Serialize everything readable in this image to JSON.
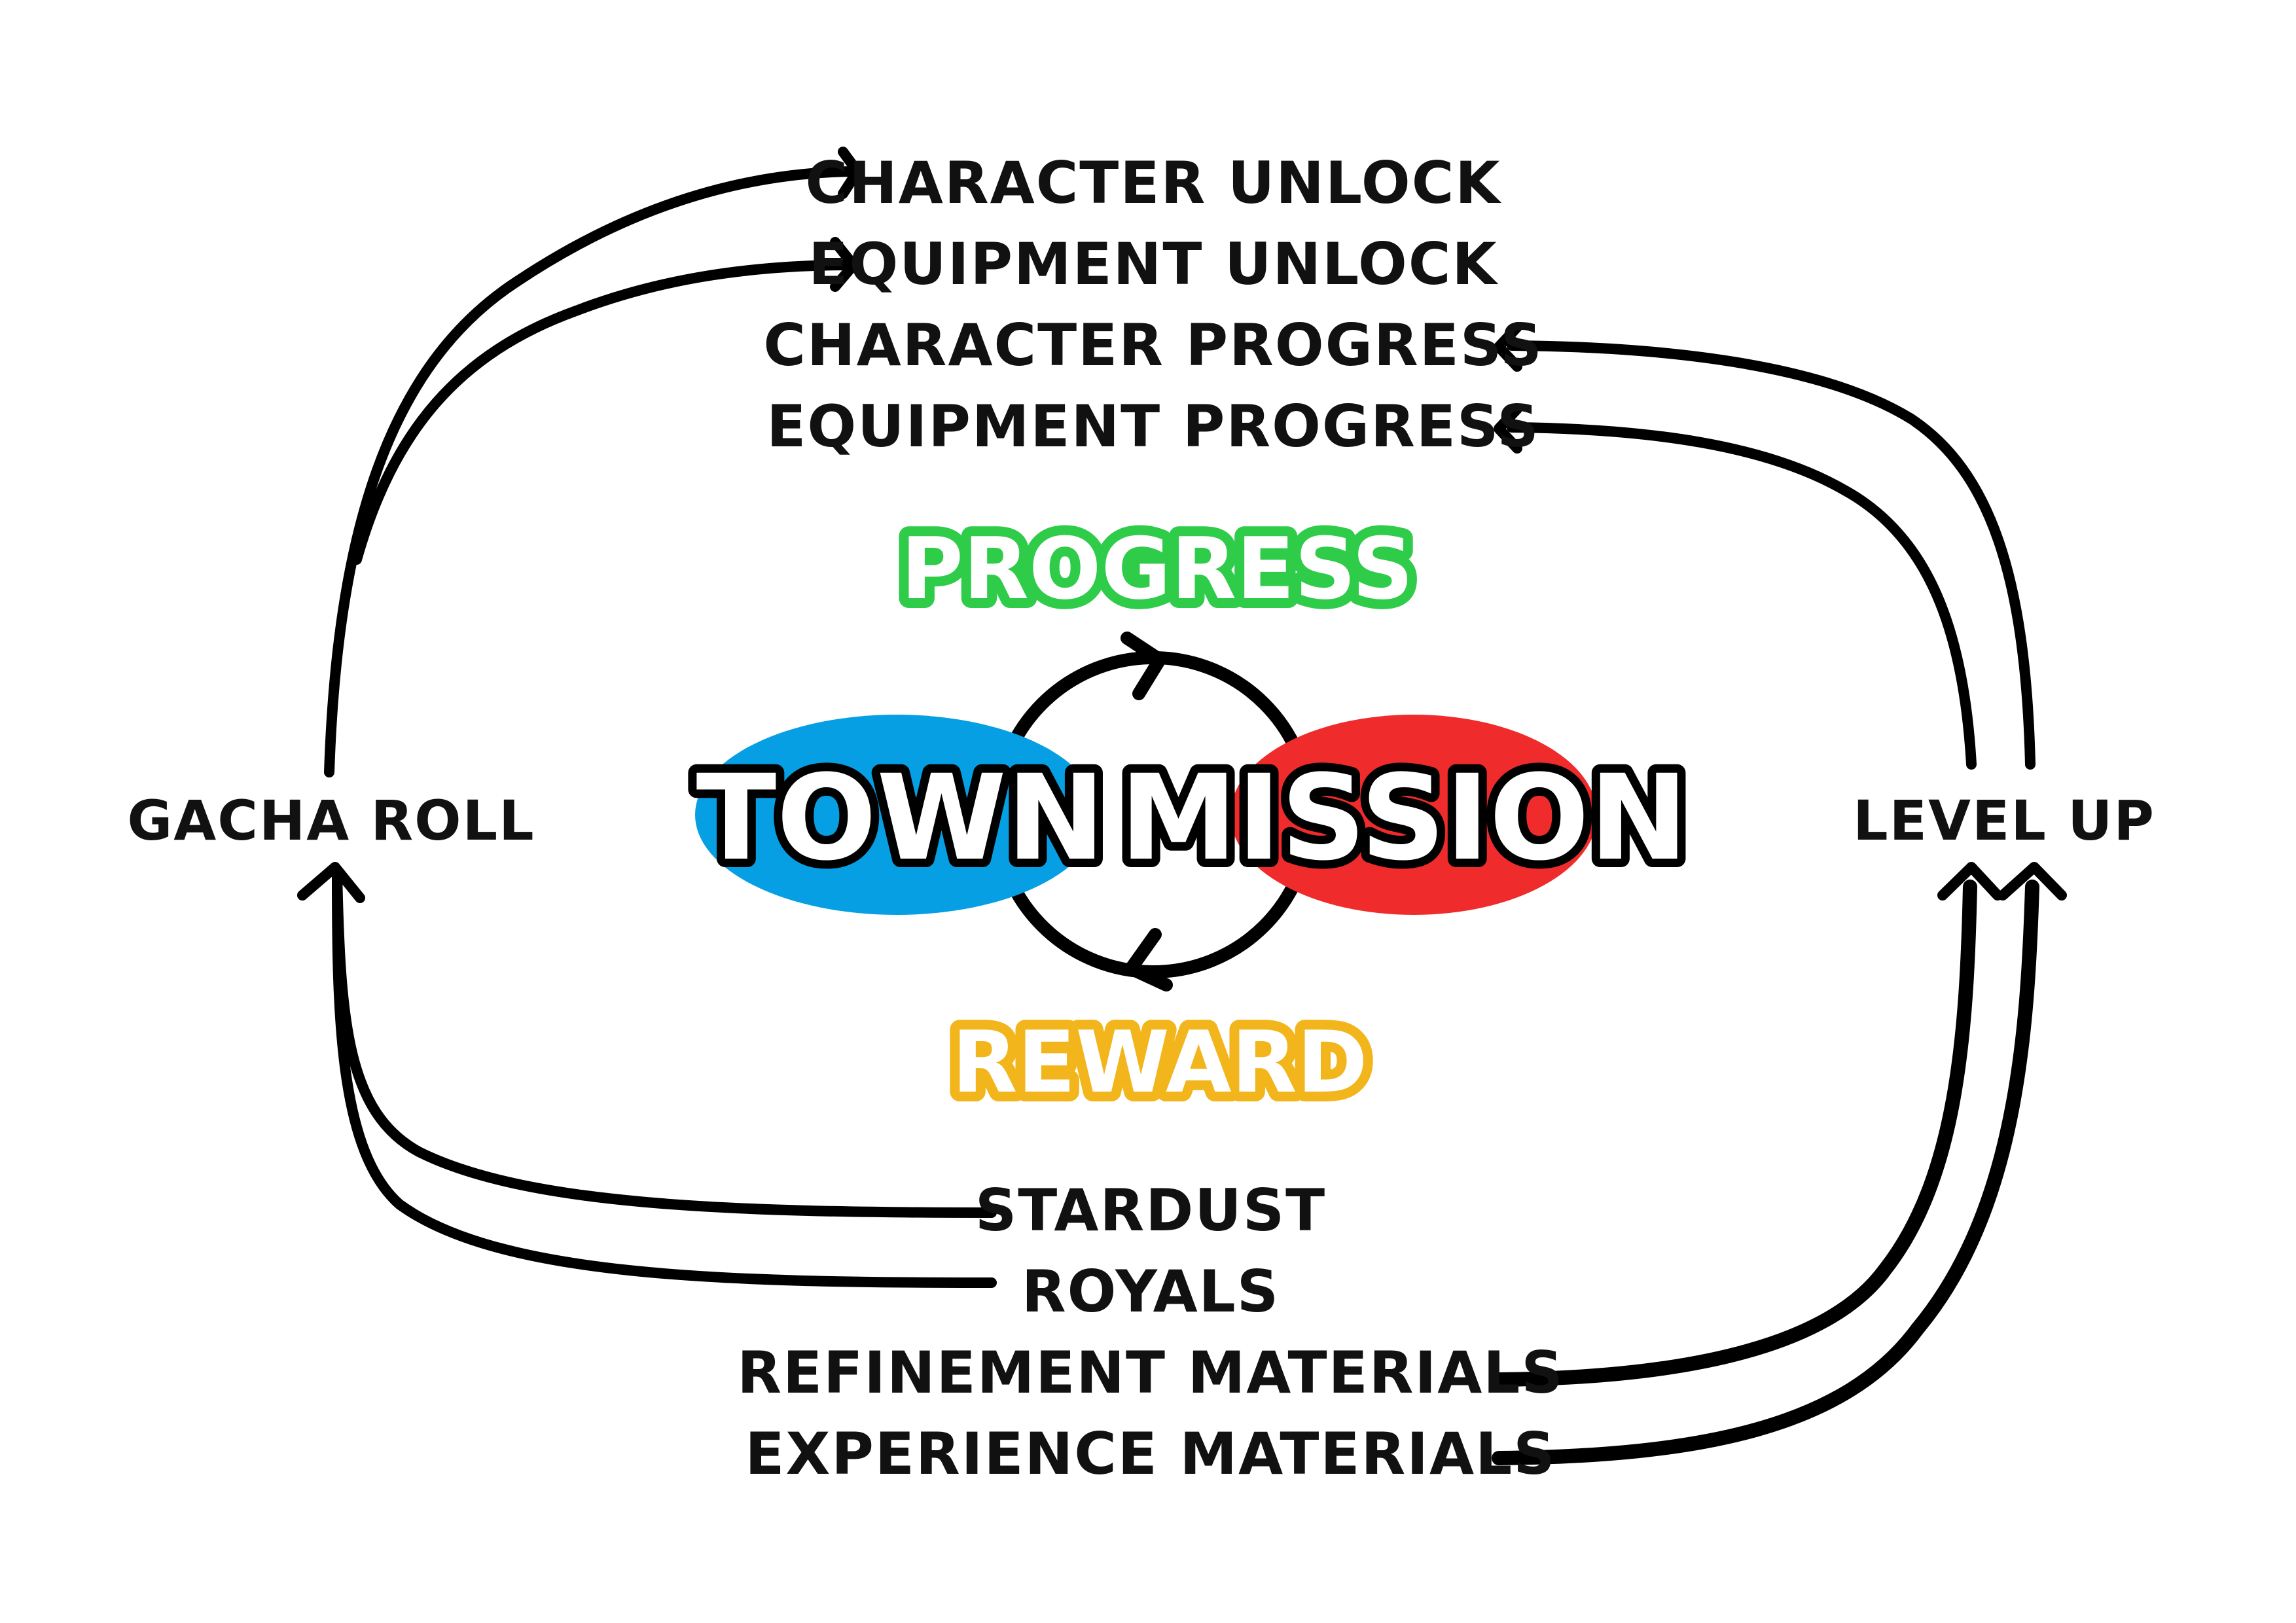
{
  "colors": {
    "town": "#079fe4",
    "mission": "#ef2b2b",
    "progress": "#2fcc4a",
    "reward": "#f2b51b",
    "ink": "#000000"
  },
  "center": {
    "town": "TOWN",
    "mission": "MISSION",
    "progress": "PROGRESS",
    "reward": "REWARD"
  },
  "sources": {
    "gacha_roll": "GACHA ROLL",
    "level_up": "LEVEL UP"
  },
  "outcomes": [
    "CHARACTER UNLOCK",
    "EQUIPMENT UNLOCK",
    "CHARACTER PROGRESS",
    "EQUIPMENT PROGRESS"
  ],
  "rewards": [
    "STARDUST",
    "ROYALS",
    "REFINEMENT MATERIALS",
    "EXPERIENCE MATERIALS"
  ]
}
